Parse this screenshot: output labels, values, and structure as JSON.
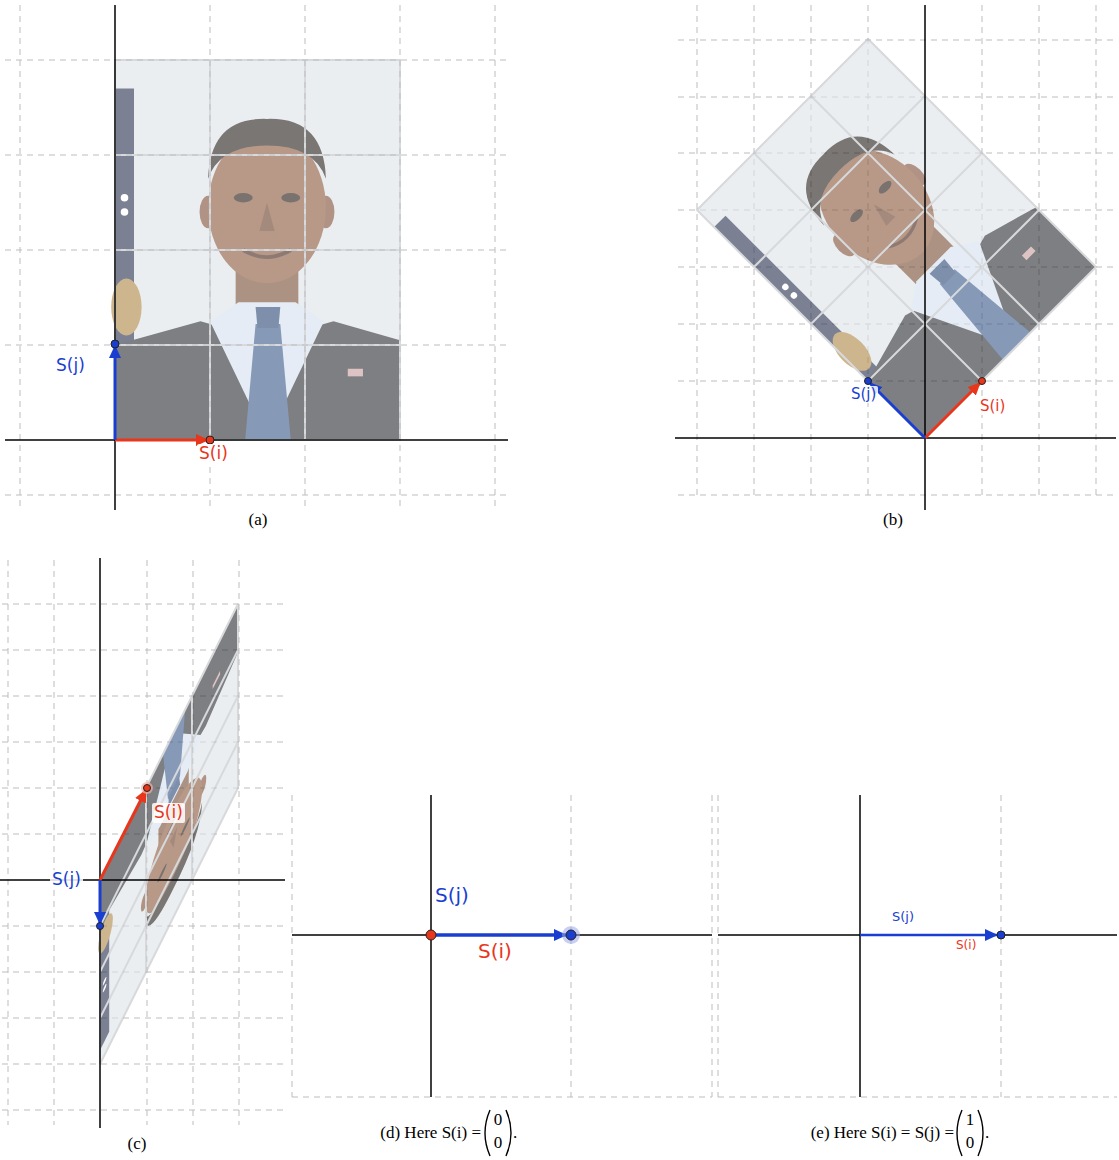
{
  "diagram": {
    "labels": [
      "S(j)",
      "S(i)",
      "(a)",
      "S(j)",
      "S(i)",
      "(b)",
      "S(i)",
      "S(j)",
      "(c)",
      "S(j)",
      "S(i)",
      "(d) Here S(i) =",
      "0",
      "0",
      ".",
      "S(j)",
      "S(i)",
      "(e) Here S(i) = S(j) =",
      "1",
      "0",
      "."
    ]
  }
}
